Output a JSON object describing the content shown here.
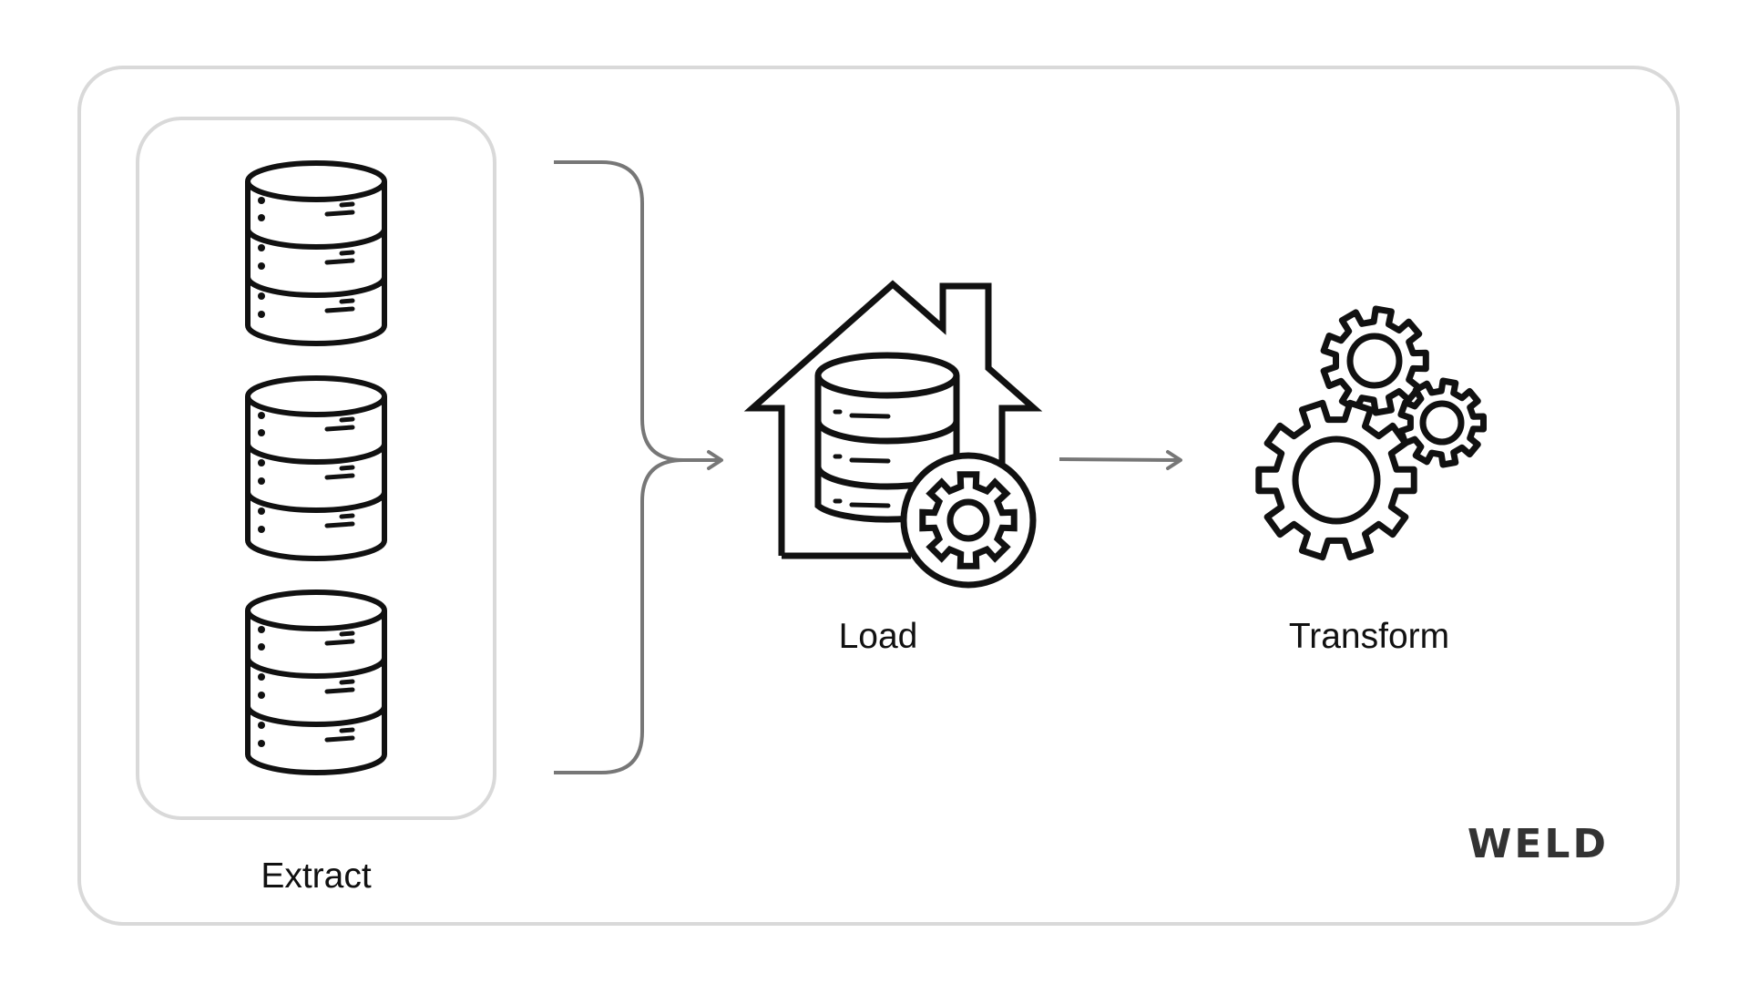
{
  "diagram": {
    "steps": [
      {
        "label": "Extract"
      },
      {
        "label": "Load"
      },
      {
        "label": "Transform"
      }
    ],
    "source_count": 3,
    "icons": {
      "sources": "database-icon",
      "load": "data-warehouse-icon",
      "transform": "gears-icon"
    }
  },
  "brand": {
    "logo_text": "WELD"
  },
  "colors": {
    "frame_border": "#d9d9d9",
    "icon_stroke": "#111111",
    "connector": "#777777",
    "brand_text": "#333333"
  }
}
